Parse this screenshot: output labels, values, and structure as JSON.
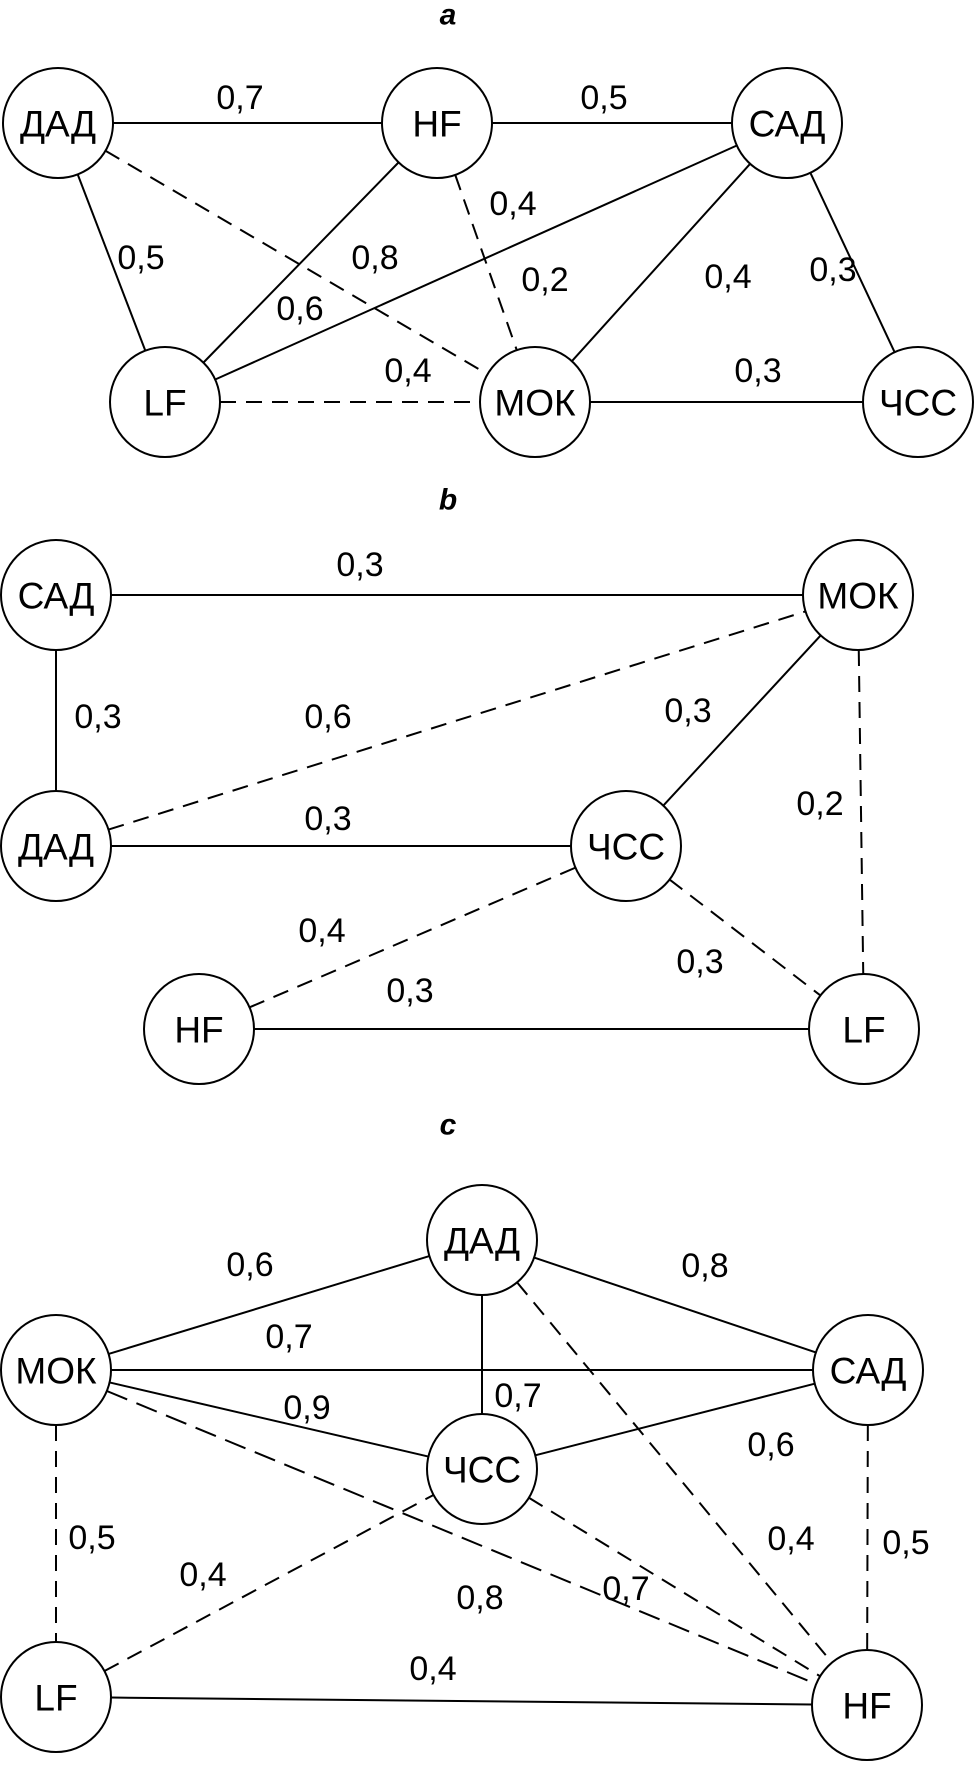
{
  "figure": {
    "panels": [
      {
        "id": "a",
        "title": "a",
        "nodes": [
          {
            "id": "ДАД",
            "label": "ДАД"
          },
          {
            "id": "HF",
            "label": "HF"
          },
          {
            "id": "САД",
            "label": "САД"
          },
          {
            "id": "LF",
            "label": "LF"
          },
          {
            "id": "МОК",
            "label": "МОК"
          },
          {
            "id": "ЧСС",
            "label": "ЧСС"
          }
        ],
        "edges": [
          {
            "from": "ДАД",
            "to": "HF",
            "weight": "0,7",
            "style": "solid"
          },
          {
            "from": "HF",
            "to": "САД",
            "weight": "0,5",
            "style": "solid"
          },
          {
            "from": "ДАД",
            "to": "LF",
            "weight": "0,5",
            "style": "solid"
          },
          {
            "from": "ДАД",
            "to": "МОК",
            "weight": "0,8",
            "style": "dashed"
          },
          {
            "from": "HF",
            "to": "LF",
            "weight": "0,6",
            "style": "solid"
          },
          {
            "from": "HF",
            "to": "МОК",
            "weight": "0,4",
            "style": "dashed"
          },
          {
            "from": "САД",
            "to": "LF",
            "weight": "0,2",
            "style": "solid"
          },
          {
            "from": "САД",
            "to": "МОК",
            "weight": "0,4",
            "style": "solid"
          },
          {
            "from": "САД",
            "to": "ЧСС",
            "weight": "0,3",
            "style": "solid"
          },
          {
            "from": "LF",
            "to": "МОК",
            "weight": "0,4",
            "style": "dashed"
          },
          {
            "from": "МОК",
            "to": "ЧСС",
            "weight": "0,3",
            "style": "solid"
          }
        ]
      },
      {
        "id": "b",
        "title": "b",
        "nodes": [
          {
            "id": "САД",
            "label": "САД"
          },
          {
            "id": "МОК",
            "label": "МОК"
          },
          {
            "id": "ДАД",
            "label": "ДАД"
          },
          {
            "id": "ЧСС",
            "label": "ЧСС"
          },
          {
            "id": "HF",
            "label": "HF"
          },
          {
            "id": "LF",
            "label": "LF"
          }
        ],
        "edges": [
          {
            "from": "САД",
            "to": "МОК",
            "weight": "0,3",
            "style": "solid"
          },
          {
            "from": "САД",
            "to": "ДАД",
            "weight": "0,3",
            "style": "solid"
          },
          {
            "from": "ДАД",
            "to": "МОК",
            "weight": "0,6",
            "style": "dashed"
          },
          {
            "from": "ЧСС",
            "to": "МОК",
            "weight": "0,3",
            "style": "solid"
          },
          {
            "from": "МОК",
            "to": "LF",
            "weight": "0,2",
            "style": "dashed"
          },
          {
            "from": "ДАД",
            "to": "ЧСС",
            "weight": "0,3",
            "style": "solid"
          },
          {
            "from": "HF",
            "to": "ЧСС",
            "weight": "0,4",
            "style": "dashed"
          },
          {
            "from": "ЧСС",
            "to": "LF",
            "weight": "0,3",
            "style": "dashed"
          },
          {
            "from": "HF",
            "to": "LF",
            "weight": "0,3",
            "style": "solid"
          }
        ]
      },
      {
        "id": "c",
        "title": "c",
        "nodes": [
          {
            "id": "ДАД",
            "label": "ДАД"
          },
          {
            "id": "МОК",
            "label": "МОК"
          },
          {
            "id": "САД",
            "label": "САД"
          },
          {
            "id": "ЧСС",
            "label": "ЧСС"
          },
          {
            "id": "LF",
            "label": "LF"
          },
          {
            "id": "HF",
            "label": "HF"
          }
        ],
        "edges": [
          {
            "from": "МОК",
            "to": "ДАД",
            "weight": "0,6",
            "style": "solid"
          },
          {
            "from": "ДАД",
            "to": "САД",
            "weight": "0,8",
            "style": "solid"
          },
          {
            "from": "МОК",
            "to": "САД",
            "weight": "0,7",
            "style": "solid"
          },
          {
            "from": "ДАД",
            "to": "ЧСС",
            "weight": "0,7",
            "style": "solid"
          },
          {
            "from": "МОК",
            "to": "ЧСС",
            "weight": "0,9",
            "style": "solid"
          },
          {
            "from": "ЧСС",
            "to": "САД",
            "weight": "0,6",
            "style": "solid"
          },
          {
            "from": "ДАД",
            "to": "HF",
            "weight": "0,4",
            "style": "dashed"
          },
          {
            "from": "САД",
            "to": "HF",
            "weight": "0,5",
            "style": "dashed"
          },
          {
            "from": "МОК",
            "to": "LF",
            "weight": "0,5",
            "style": "dashed"
          },
          {
            "from": "LF",
            "to": "ЧСС",
            "weight": "0,4",
            "style": "dashed"
          },
          {
            "from": "МОК",
            "to": "HF",
            "weight": "0,8",
            "style": "longdash"
          },
          {
            "from": "ЧСС",
            "to": "HF",
            "weight": "0,7",
            "style": "dashed"
          },
          {
            "from": "LF",
            "to": "HF",
            "weight": "0,4",
            "style": "solid"
          }
        ]
      }
    ]
  }
}
